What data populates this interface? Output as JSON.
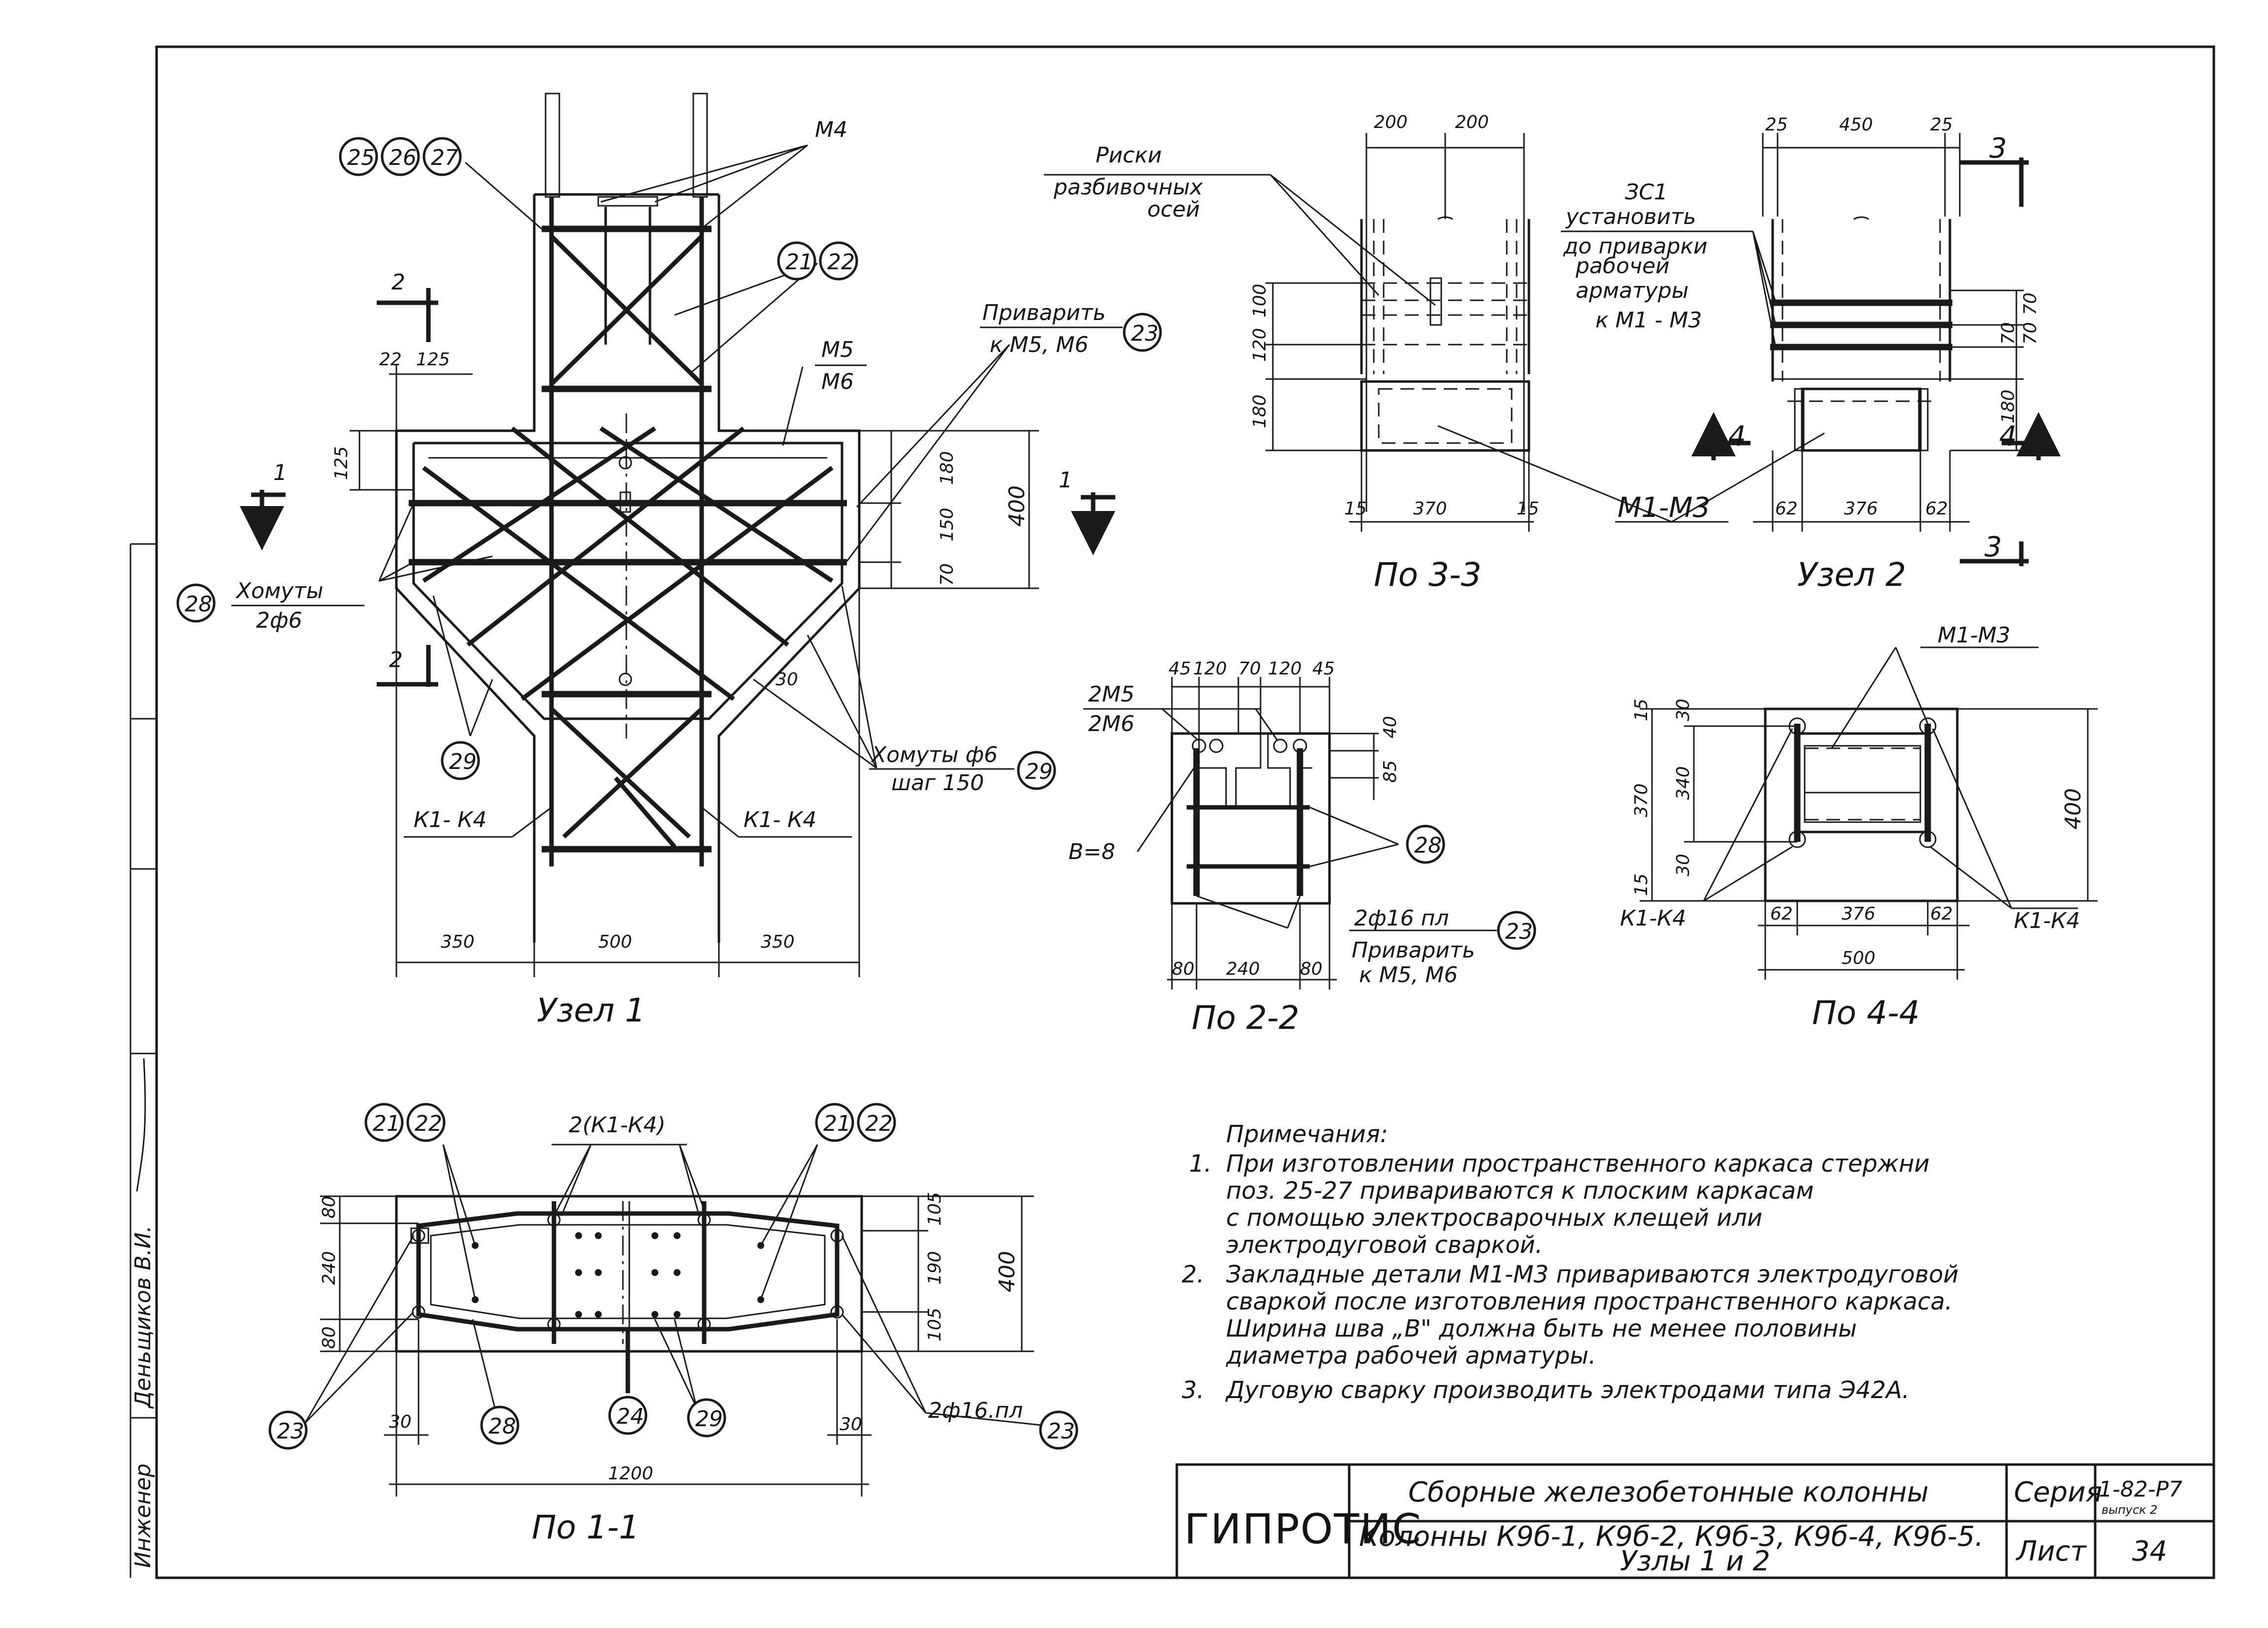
{
  "sheet": {
    "engineer_role": "Инженер",
    "engineer_name": "Деньщиков В.И."
  },
  "node1": {
    "title": "Узел 1",
    "circle_25": "25",
    "circle_26": "26",
    "circle_27": "27",
    "circle_21": "21",
    "circle_22": "22",
    "circle_23": "23",
    "circle_28": "28",
    "circle_29a": "29",
    "circle_29b": "29",
    "label_m4": "М4",
    "label_m5": "М5",
    "label_m6": "М6",
    "label_weld_1": "Приварить",
    "label_weld_2": "к М5, М6",
    "label_clamps_1": "Хомуты",
    "label_clamps_2": "2ф6",
    "label_clamps_step_1": "Хомуты ф6",
    "label_clamps_step_2": "шаг 150",
    "label_k_left": "К1- К4",
    "label_k_right": "К1- К4",
    "cut_1": "1",
    "cut_1b": "1",
    "cut_2": "2",
    "cut_2b": "2",
    "angle": "30",
    "dims": {
      "d22": "22",
      "d125": "125",
      "d125v": "125",
      "d180": "180",
      "d150": "150",
      "d70": "70",
      "d400": "400",
      "d350a": "350",
      "d500": "500",
      "d350b": "350"
    }
  },
  "view33": {
    "title": "По 3-3",
    "label_marks_1": "Риски",
    "label_marks_2": "разбивочных",
    "label_marks_3": "осей",
    "label_m1m3": "М1-М3",
    "cut_4": "4",
    "cut_4b": "4",
    "dims": {
      "d200a": "200",
      "d200b": "200",
      "d100": "100",
      "d120": "120",
      "d180": "180",
      "d15a": "15",
      "d370": "370",
      "d15b": "15"
    }
  },
  "node2": {
    "title": "Узел 2",
    "label_zs_1": "ЗС1",
    "label_zs_2": "установить",
    "label_zs_3": "до приварки",
    "label_zs_4": "рабочей",
    "label_zs_5": "арматуры",
    "label_zs_6": "к М1 - М3",
    "cut_3": "3",
    "cut_3b": "3",
    "dims": {
      "d25a": "25",
      "d450": "450",
      "d25b": "25",
      "d70a": "70",
      "d70b": "70",
      "d70c": "70",
      "d180": "180",
      "d62a": "62",
      "d376": "376",
      "d62b": "62"
    }
  },
  "view22": {
    "title": "По 2-2",
    "label_2m5": "2М5",
    "label_2m6": "2М6",
    "label_b": "В=8",
    "label_2f16": "2ф16 пл",
    "label_weld_1": "Приварить",
    "label_weld_2": "к М5, М6",
    "circle_28": "28",
    "circle_23": "23",
    "dims": {
      "d45a": "45",
      "d120a": "120",
      "d70": "70",
      "d120b": "120",
      "d45b": "45",
      "d40": "40",
      "d85": "85",
      "d80a": "80",
      "d240": "240",
      "d80b": "80"
    }
  },
  "view44": {
    "title": "По 4-4",
    "label_m1m3": "М1-М3",
    "label_k_left": "К1-К4",
    "label_k_right": "К1-К4",
    "dims": {
      "d15a": "15",
      "d30a": "30",
      "d370": "370",
      "d340": "340",
      "d15b": "15",
      "d30b": "30",
      "d400": "400",
      "d62a": "62",
      "d376": "376",
      "d62b": "62",
      "d500": "500"
    }
  },
  "view11": {
    "title": "По 1-1",
    "circle_21a": "21",
    "circle_22a": "22",
    "circle_21b": "21",
    "circle_22b": "22",
    "circle_23a": "23",
    "circle_23b": "23",
    "circle_28": "28",
    "circle_24": "24",
    "circle_29": "29",
    "label_2k": "2(К1-К4)",
    "label_2f16": "2ф16.пл",
    "dims": {
      "d80a": "80",
      "d240": "240",
      "d80b": "80",
      "d105a": "105",
      "d190": "190",
      "d105b": "105",
      "d400": "400",
      "d30a": "30",
      "d30b": "30",
      "d1200": "1200"
    }
  },
  "notes": {
    "heading": "Примечания:",
    "n1_num": "1.",
    "n1_l1": "При изготовлении пространственного каркаса стержни",
    "n1_l2": "поз. 25-27 привариваются к плоским каркасам",
    "n1_l3": "с помощью электросварочных клещей или",
    "n1_l4": "электродуговой сваркой.",
    "n2_num": "2.",
    "n2_l1": "Закладные детали М1-М3 привариваются электродуговой",
    "n2_l2": "сваркой после изготовления пространственного каркаса.",
    "n2_l3": "Ширина шва „В\" должна быть не менее половины",
    "n2_l4": "диаметра рабочей арматуры.",
    "n3_num": "3.",
    "n3_l1": "Дуговую сварку производить электродами типа Э42А."
  },
  "title_block": {
    "org": "ГИПРОТИС",
    "title": "Сборные железобетонные колонны",
    "subtitle_1": "Колонны К9б-1, К9б-2, К9б-3, К9б-4, К9б-5.",
    "subtitle_2": "Узлы 1 и 2",
    "series_label": "Серия",
    "series_value": "1-82-Р7",
    "series_issue": "выпуск 2",
    "sheet_label": "Лист",
    "sheet_value": "34"
  }
}
